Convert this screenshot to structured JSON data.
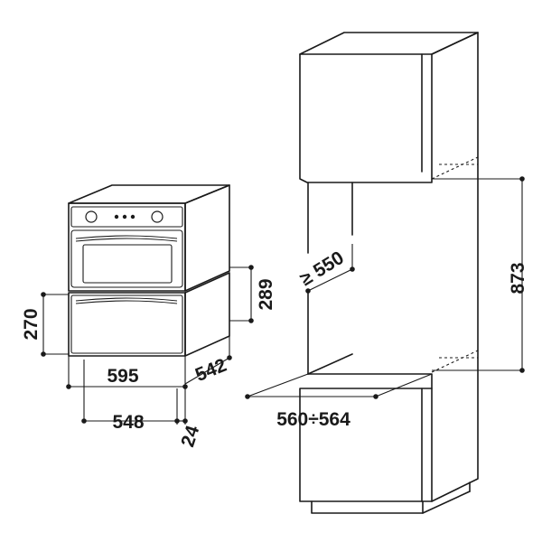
{
  "dimensions": {
    "oven_width": "595",
    "drawer_height": "270",
    "oven_height": "289",
    "oven_depth": "542",
    "inner_width": "548",
    "front_thickness": "24",
    "niche_depth": "≥ 550",
    "niche_width": "560÷564",
    "niche_height": "873"
  },
  "colors": {
    "line": "#1a1a1a",
    "background": "#ffffff"
  }
}
